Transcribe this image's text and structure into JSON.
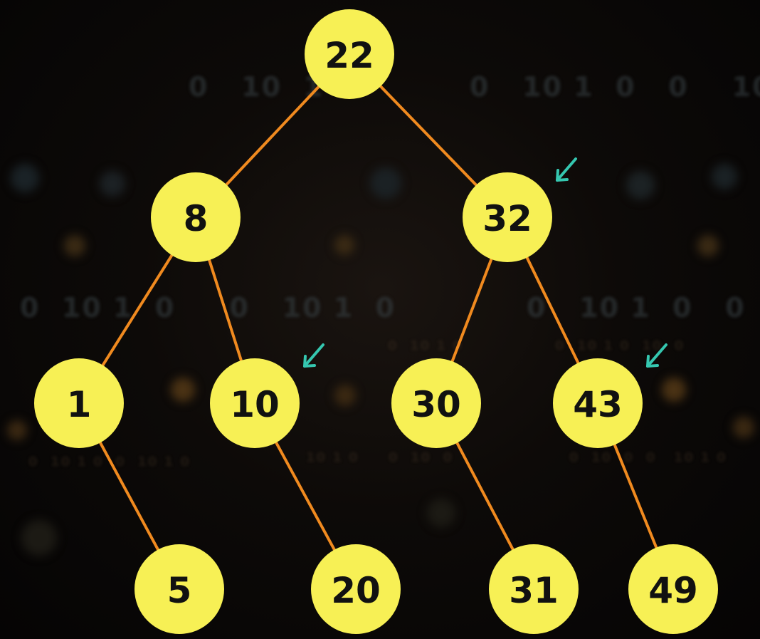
{
  "diagram": {
    "type": "binary-search-tree",
    "colors": {
      "node_fill": "#f7f055",
      "node_text": "#111111",
      "edge": "#f08a1f",
      "marker_arrow": "#35c7b0",
      "background": "#0a0807"
    },
    "nodes": [
      {
        "id": "n22",
        "label": "22",
        "marked": false
      },
      {
        "id": "n8",
        "label": "8",
        "marked": false
      },
      {
        "id": "n32",
        "label": "32",
        "marked": true
      },
      {
        "id": "n1",
        "label": "1",
        "marked": false
      },
      {
        "id": "n10",
        "label": "10",
        "marked": true
      },
      {
        "id": "n30",
        "label": "30",
        "marked": false
      },
      {
        "id": "n43",
        "label": "43",
        "marked": true
      },
      {
        "id": "n5",
        "label": "5",
        "marked": false
      },
      {
        "id": "n20",
        "label": "20",
        "marked": false
      },
      {
        "id": "n31",
        "label": "31",
        "marked": false
      },
      {
        "id": "n49",
        "label": "49",
        "marked": false
      }
    ],
    "edges": [
      {
        "from": "n22",
        "to": "n8"
      },
      {
        "from": "n22",
        "to": "n32"
      },
      {
        "from": "n8",
        "to": "n1"
      },
      {
        "from": "n8",
        "to": "n10"
      },
      {
        "from": "n32",
        "to": "n30"
      },
      {
        "from": "n32",
        "to": "n43"
      },
      {
        "from": "n1",
        "to": "n5"
      },
      {
        "from": "n10",
        "to": "n20"
      },
      {
        "from": "n30",
        "to": "n31"
      },
      {
        "from": "n43",
        "to": "n49"
      }
    ],
    "marker_icon": "arrow-pointer-icon"
  }
}
